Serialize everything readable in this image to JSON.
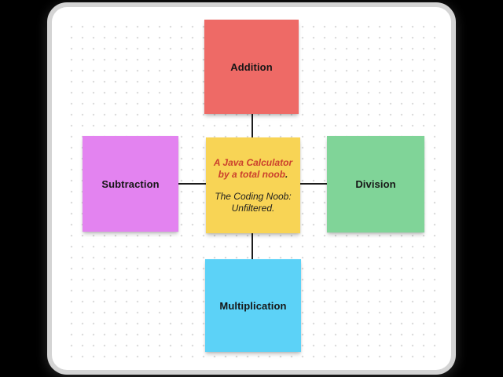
{
  "board": {
    "background": "#000000",
    "surface": "#ffffff",
    "dot_color": "#dcdcdc",
    "connector_color": "#1c1c1c"
  },
  "notes": {
    "center": {
      "title": "A Java Calculator by a total noob",
      "title_period": ".",
      "title_color": "#cb402d",
      "subtitle": "The Coding Noob: Unfiltered.",
      "color": "#f8d455"
    },
    "addition": {
      "label": "Addition",
      "color": "#ee6a66"
    },
    "subtraction": {
      "label": "Subtraction",
      "color": "#e383f0"
    },
    "division": {
      "label": "Division",
      "color": "#80d498"
    },
    "multiplication": {
      "label": "Multiplication",
      "color": "#5cd2f7"
    }
  }
}
